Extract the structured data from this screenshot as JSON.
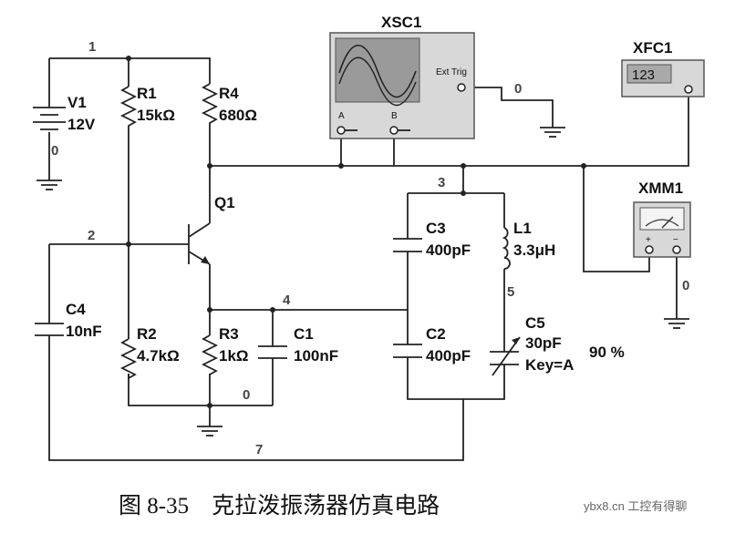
{
  "nodes": {
    "n1": "1",
    "n2": "2",
    "n3": "3",
    "n4": "4",
    "n5": "5",
    "n0_gnd": "0",
    "n0_bus": "0",
    "n0_scope": "0",
    "n0_mm": "0",
    "n7": "7"
  },
  "components": {
    "V1": {
      "name": "V1",
      "value": "12V"
    },
    "R1": {
      "name": "R1",
      "value": "15kΩ"
    },
    "R4": {
      "name": "R4",
      "value": "680Ω"
    },
    "Q1": {
      "name": "Q1"
    },
    "R2": {
      "name": "R2",
      "value": "4.7kΩ"
    },
    "R3": {
      "name": "R3",
      "value": "1kΩ"
    },
    "C1": {
      "name": "C1",
      "value": "100nF"
    },
    "C4": {
      "name": "C4",
      "value": "10nF"
    },
    "C3": {
      "name": "C3",
      "value": "400pF"
    },
    "C2": {
      "name": "C2",
      "value": "400pF"
    },
    "L1": {
      "name": "L1",
      "value": "3.3μH"
    },
    "C5": {
      "name": "C5",
      "value": "30pF",
      "key": "Key=A",
      "percent": "90 %"
    }
  },
  "instruments": {
    "XSC1": {
      "name": "XSC1",
      "ext_trig": "Ext Trig",
      "ch_a": "A",
      "ch_b": "B"
    },
    "XFC1": {
      "name": "XFC1",
      "display": "123"
    },
    "XMM1": {
      "name": "XMM1",
      "plus": "+",
      "minus": "−"
    }
  },
  "caption": "图 8-35　克拉泼振荡器仿真电路",
  "watermark": "ybx8.cn 工控有得聊"
}
